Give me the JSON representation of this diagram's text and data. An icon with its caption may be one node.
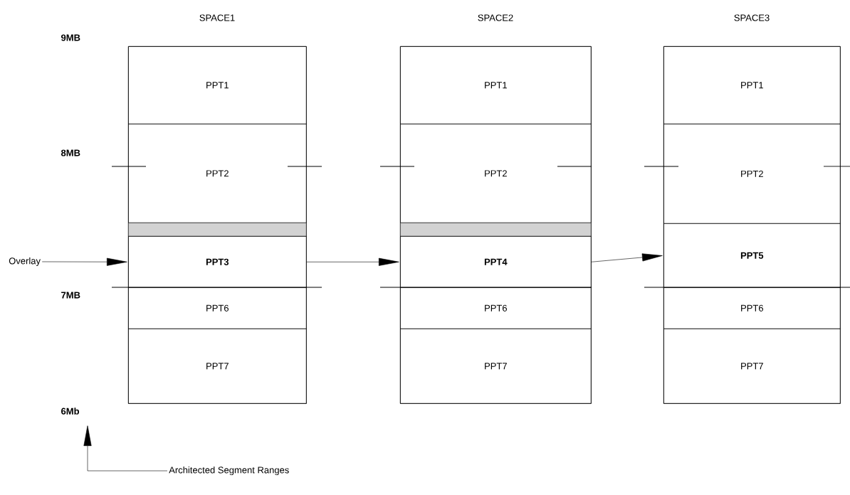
{
  "diagram": {
    "nodes": [
      {
        "text": [
          "SPACE1"
        ]
      },
      {
        "text": [
          "PPT1"
        ],
        "in": 0
      },
      {
        "text": [
          "PPT2"
        ],
        "in": 0
      },
      {
        "text": [],
        "shape": "bar",
        "in": 0
      },
      {
        "text": [
          "PPT3"
        ],
        "in": 0
      },
      {
        "text": [
          "PPT6"
        ],
        "in": 0
      },
      {
        "text": [
          "PPT7"
        ],
        "in": 0
      },
      {
        "text": [
          "SPACE2"
        ]
      },
      {
        "text": [
          "PPT1"
        ],
        "in": 7
      },
      {
        "text": [
          "PPT2"
        ],
        "in": 7
      },
      {
        "text": [],
        "shape": "bar",
        "in": 7
      },
      {
        "text": [
          "PPT4"
        ],
        "in": 7
      },
      {
        "text": [
          "PPT6"
        ],
        "in": 7
      },
      {
        "text": [
          "PPT7"
        ],
        "in": 7
      },
      {
        "text": [
          "SPACE3"
        ]
      },
      {
        "text": [
          "PPT1"
        ],
        "in": 14
      },
      {
        "text": [
          "PPT2"
        ],
        "in": 14
      },
      {
        "text": [
          "PPT5"
        ],
        "in": 14
      },
      {
        "text": [
          "PPT6"
        ],
        "in": 14
      },
      {
        "text": [
          "PPT7"
        ],
        "in": 14
      },
      {
        "text": [
          "Overlay"
        ]
      },
      {
        "text": [
          "Architected Segment Ranges"
        ]
      }
    ],
    "edges": [
      {
        "from": 20,
        "to": 4,
        "arrow": "to"
      },
      {
        "from": 4,
        "to": 11,
        "arrow": "to"
      },
      {
        "from": 11,
        "to": 17,
        "arrow": "to"
      },
      {
        "from": 21,
        "to": null,
        "arrow": "to"
      }
    ],
    "labels": [
      "9MB",
      "8MB",
      "7MB",
      "6Mb"
    ]
  }
}
